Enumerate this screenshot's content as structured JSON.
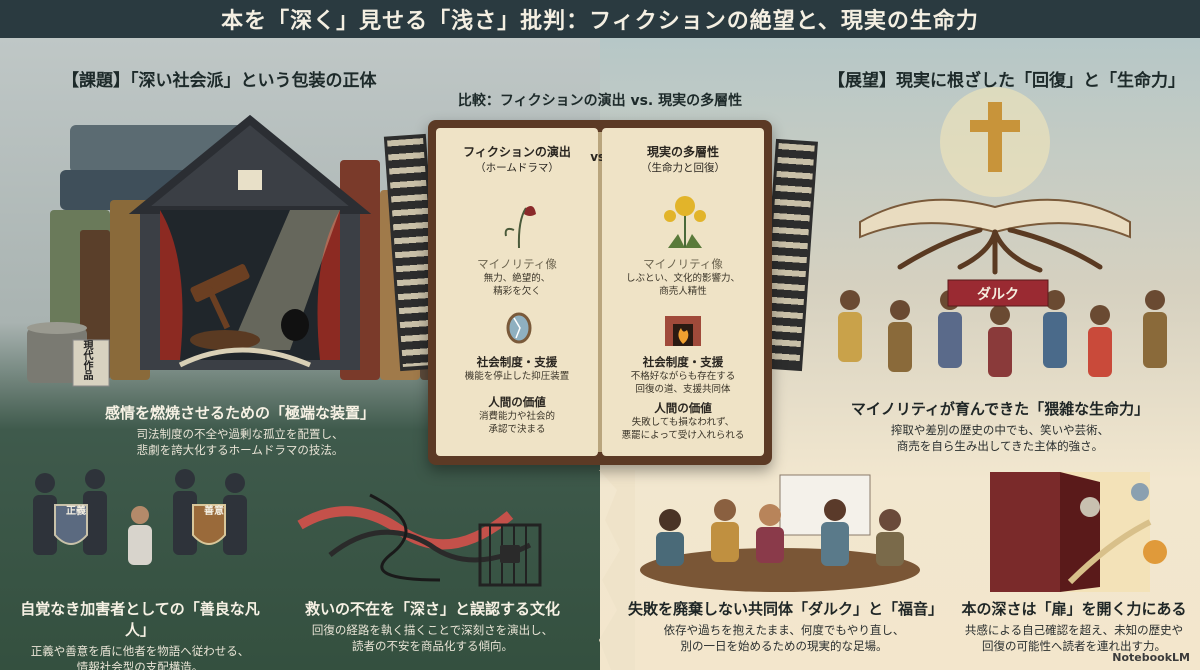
{
  "header": {
    "title": "本を「深く」見せる「浅さ」批判：フィクションの絶望と、現実の生命力"
  },
  "left": {
    "section_title": "【課題】「深い社会派」という包装の正体",
    "film_can_label": "現代作品",
    "panel1": {
      "heading": "感情を燃焼させるための「極端な装置」",
      "body1": "司法制度の不全や過剰な孤立を配置し、",
      "body2": "悲劇を誇大化するホームドラマの技法。"
    },
    "panel2": {
      "heading": "自覚なき加害者としての「善良な凡人」",
      "body1": "正義や善意を盾に他者を物語へ従わせる、",
      "body2": "情報社会型の支配構造。",
      "shield1": "正義",
      "shield2": "善意"
    },
    "panel3": {
      "heading": "救いの不在を「深さ」と誤認する文化",
      "body1": "回復の経路を執く描くことで深刻さを演出し、",
      "body2": "読者の不安を商品化する傾向。"
    }
  },
  "center": {
    "title": "比較：フィクションの演出 vs. 現実の多層性",
    "left_col": {
      "title": "フィクションの演出",
      "sub": "（ホームドラマ）"
    },
    "vs": "vs.",
    "right_col": {
      "title": "現実の多層性",
      "sub": "（生命力と回復）"
    },
    "left_items": [
      {
        "title": "マイノリティ像",
        "line1": "無力、絶望的、",
        "line2": "精彩を欠く"
      },
      {
        "title": "社会制度・支援",
        "line1": "機能を停止した抑圧装置",
        "line2": ""
      },
      {
        "title": "人間の価値",
        "line1": "消費能力や社会的",
        "line2": "承認で決まる"
      }
    ],
    "right_items": [
      {
        "title": "マイノリティ像",
        "line1": "しぶとい、文化的影響力、",
        "line2": "商売人精性"
      },
      {
        "title": "社会制度・支援",
        "line1": "不格好ながらも存在する",
        "line2": "回復の道、支援共同体"
      },
      {
        "title": "人間の価値",
        "line1": "失敗しても損なわれず、",
        "line2": "悪罷によって受け入れられる"
      }
    ]
  },
  "right": {
    "section_title": "【展望】現実に根ざした「回復」と「生命力」",
    "banner": "ダルク",
    "panel1": {
      "heading": "マイノリティが育んできた「猥雑な生命力」",
      "body1": "搾取や差別の歴史の中でも、笑いや芸術、",
      "body2": "商売を自ら生み出してきた主体的強さ。"
    },
    "panel2": {
      "heading": "失敗を廃棄しない共同体「ダルク」と「福音」",
      "body1": "依存や過ちを抱えたまま、何度でもやり直し、",
      "body2": "別の一日を始めるための現実的な足場。"
    },
    "panel3": {
      "heading": "本の深さは「扉」を開く力にある",
      "body1": "共感による自己確認を超え、未知の歴史や",
      "body2": "回復の可能性へ読者を連れ出す力。"
    }
  },
  "footer": {
    "brand": "NotebookLM"
  },
  "colors": {
    "header_bg": "#2a3a40",
    "book_cover": "#5c3a25",
    "page": "#efe3c6",
    "dark_green": "#34503f",
    "cream": "#f3e6cc"
  }
}
